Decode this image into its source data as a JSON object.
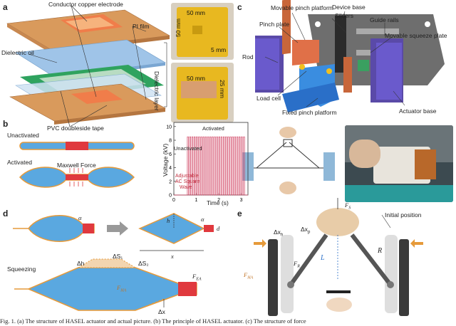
{
  "panels": {
    "a": "a",
    "b": "b",
    "c": "c",
    "d": "d",
    "e": "e"
  },
  "a": {
    "conductor": "Conductor copper electrode",
    "pi": "PI film",
    "oil": "Dielectric oil",
    "dielectric": "Dielectric layer",
    "tape": "PVC doubleside tape",
    "photo1": {
      "w": "50 mm",
      "h": "50 mm",
      "s": "5 mm"
    },
    "photo2": {
      "w": "50 mm",
      "h": "25 mm"
    }
  },
  "b": {
    "unact": "Unactivated",
    "act": "Activated",
    "maxwell": "Maxwell Force",
    "chart_unact": "Unactivated",
    "chart_act": "Activated",
    "wave1": "Adjustable",
    "wave2": "AC Square",
    "wave3": "Wave"
  },
  "chart_data": {
    "type": "line",
    "title": "",
    "xlabel": "Time (s)",
    "ylabel": "Voltage (kV)",
    "x_ticks": [
      0,
      1,
      2,
      3
    ],
    "y_ticks": [
      0,
      2,
      4,
      6,
      8,
      10
    ],
    "xlim": [
      0,
      3.3
    ],
    "ylim": [
      0,
      10.6
    ],
    "series": [
      {
        "name": "",
        "pulse_start": 0.6,
        "pulse_end": 3.15,
        "high": 8.5,
        "low": 0,
        "period": 0.1
      }
    ]
  },
  "c": {
    "platform": "Movable pinch platform",
    "silders": "Silders",
    "devbase": "Device base",
    "guide": "Guide rails",
    "pinch": "Pinch plate",
    "rod": "Rod",
    "squeeze": "Movable squeeze plate",
    "load": "Load cell",
    "fixed": "Fixed pinch platform",
    "actbase": "Actuator base"
  },
  "d": {
    "alpha1": "α",
    "h": "h",
    "alpha2": "α",
    "d": "d",
    "x": "x",
    "squeezing": "Squeezing",
    "dS1": "ΔS₁",
    "dS2": "ΔS₂",
    "dh": "Δh",
    "fha": "F",
    "fha_sub": "HA",
    "fea": "F",
    "fea_sub": "EA",
    "dx": "Δx"
  },
  "e": {
    "fs": "F",
    "fs_sub": "S",
    "init": "Initial position",
    "dxh": "Δx",
    "dxh_sub": "h",
    "dxp": "Δx",
    "dxp_sub": "p",
    "fr": "F",
    "fr_sub": "R",
    "l": "L",
    "r": "R",
    "fha": "F",
    "fha_sub": "HA"
  },
  "caption": "Fig. 1.    (a) The structure of HASEL actuator and actual picture. (b) The principle of HASEL actuator. (c) The structure of force"
}
